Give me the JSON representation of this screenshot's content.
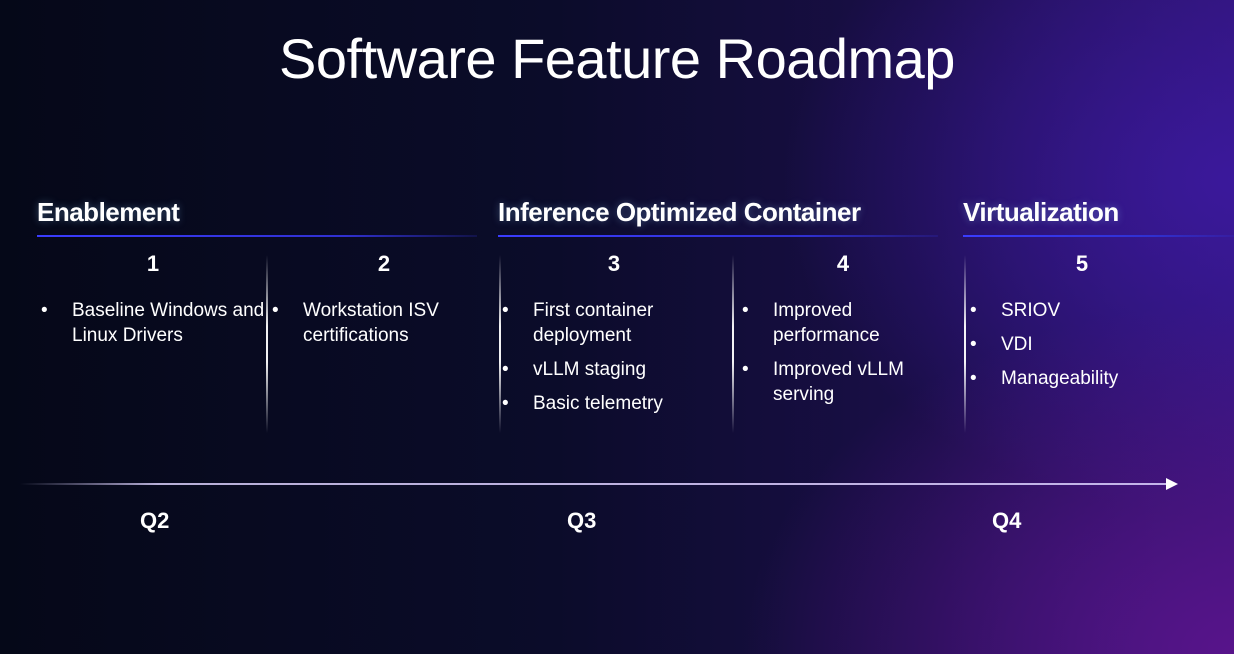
{
  "title": "Software Feature Roadmap",
  "sections": [
    {
      "label": "Enablement"
    },
    {
      "label": "Inference Optimized Container"
    },
    {
      "label": "Virtualization"
    }
  ],
  "columns": [
    {
      "number": "1",
      "items": [
        "Baseline Windows and Linux Drivers"
      ]
    },
    {
      "number": "2",
      "items": [
        "Workstation ISV certifications"
      ]
    },
    {
      "number": "3",
      "items": [
        "First container deployment",
        "vLLM staging",
        "Basic telemetry"
      ]
    },
    {
      "number": "4",
      "items": [
        "Improved performance",
        "Improved vLLM serving"
      ]
    },
    {
      "number": "5",
      "items": [
        "SRIOV",
        "VDI",
        "Manageability"
      ]
    }
  ],
  "timeline": {
    "quarters": [
      "Q2",
      "Q3",
      "Q4"
    ]
  },
  "bullet": "•"
}
